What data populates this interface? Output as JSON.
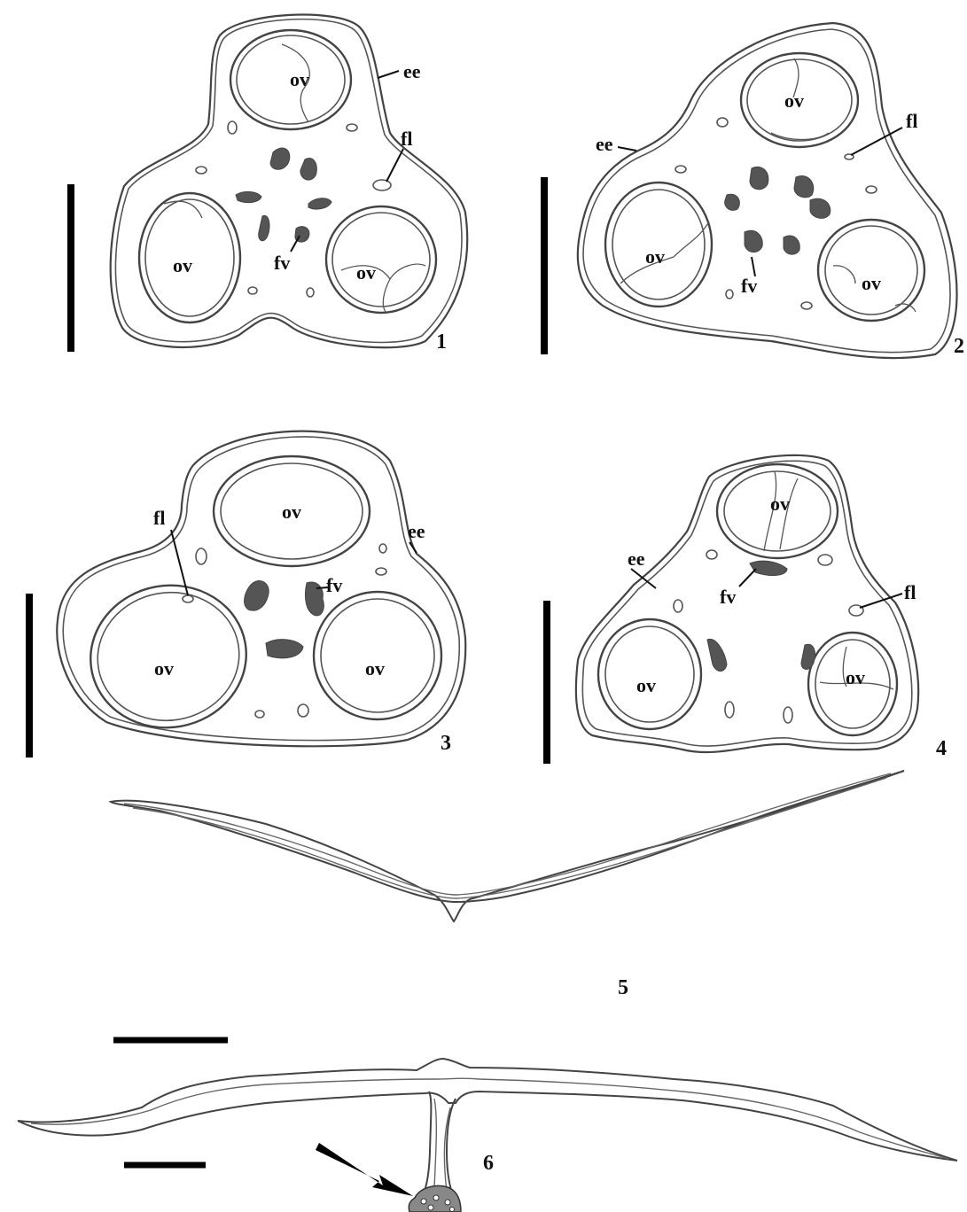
{
  "labels": {
    "ovule": "ov",
    "epidermis": "ee",
    "floral_bundle": "fl",
    "fused_vascular": "fv"
  },
  "figures": [
    {
      "number": "1"
    },
    {
      "number": "2"
    },
    {
      "number": "3"
    },
    {
      "number": "4"
    },
    {
      "number": "5"
    },
    {
      "number": "6"
    }
  ],
  "colors": {
    "ink": "#444444",
    "bundle_fill": "#555555",
    "scale_bar": "#000000"
  }
}
